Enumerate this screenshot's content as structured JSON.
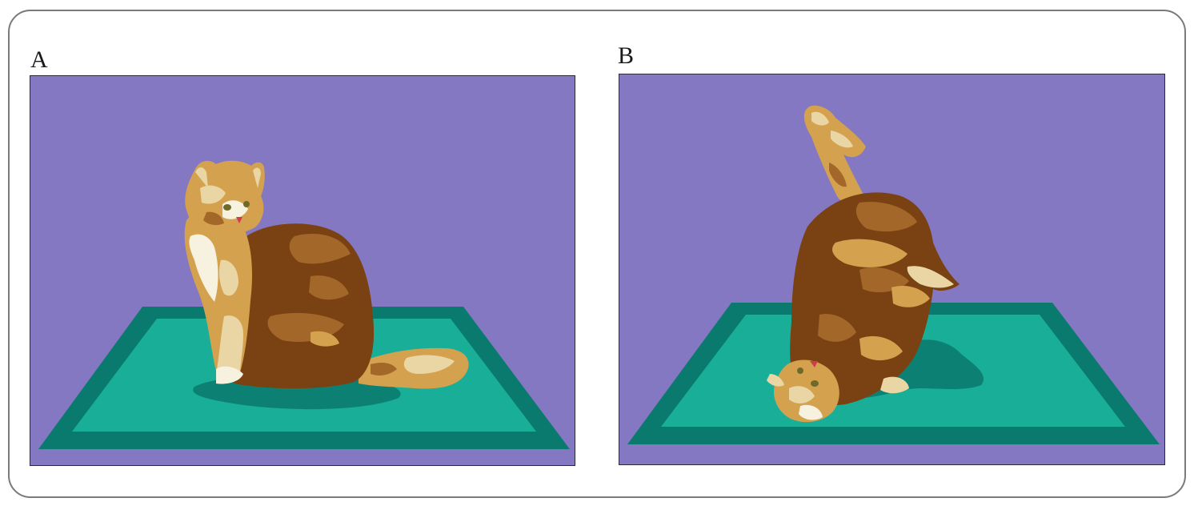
{
  "panels": [
    {
      "label": "A",
      "scene": "cat-sitting-upright-on-mat"
    },
    {
      "label": "B",
      "scene": "cat-falling-upside-down-above-mat"
    }
  ],
  "colors": {
    "background": "#8478c2",
    "mat_border": "#0a7a6e",
    "mat_inner": "#19ae98",
    "shadow": "#0d8074",
    "fur_dark": "#7a4212",
    "fur_mid": "#a4672a",
    "fur_light": "#d4a24f",
    "fur_cream": "#e9d6a4",
    "fur_white": "#f7f1e0",
    "frame_border": "#7a7a7a"
  }
}
